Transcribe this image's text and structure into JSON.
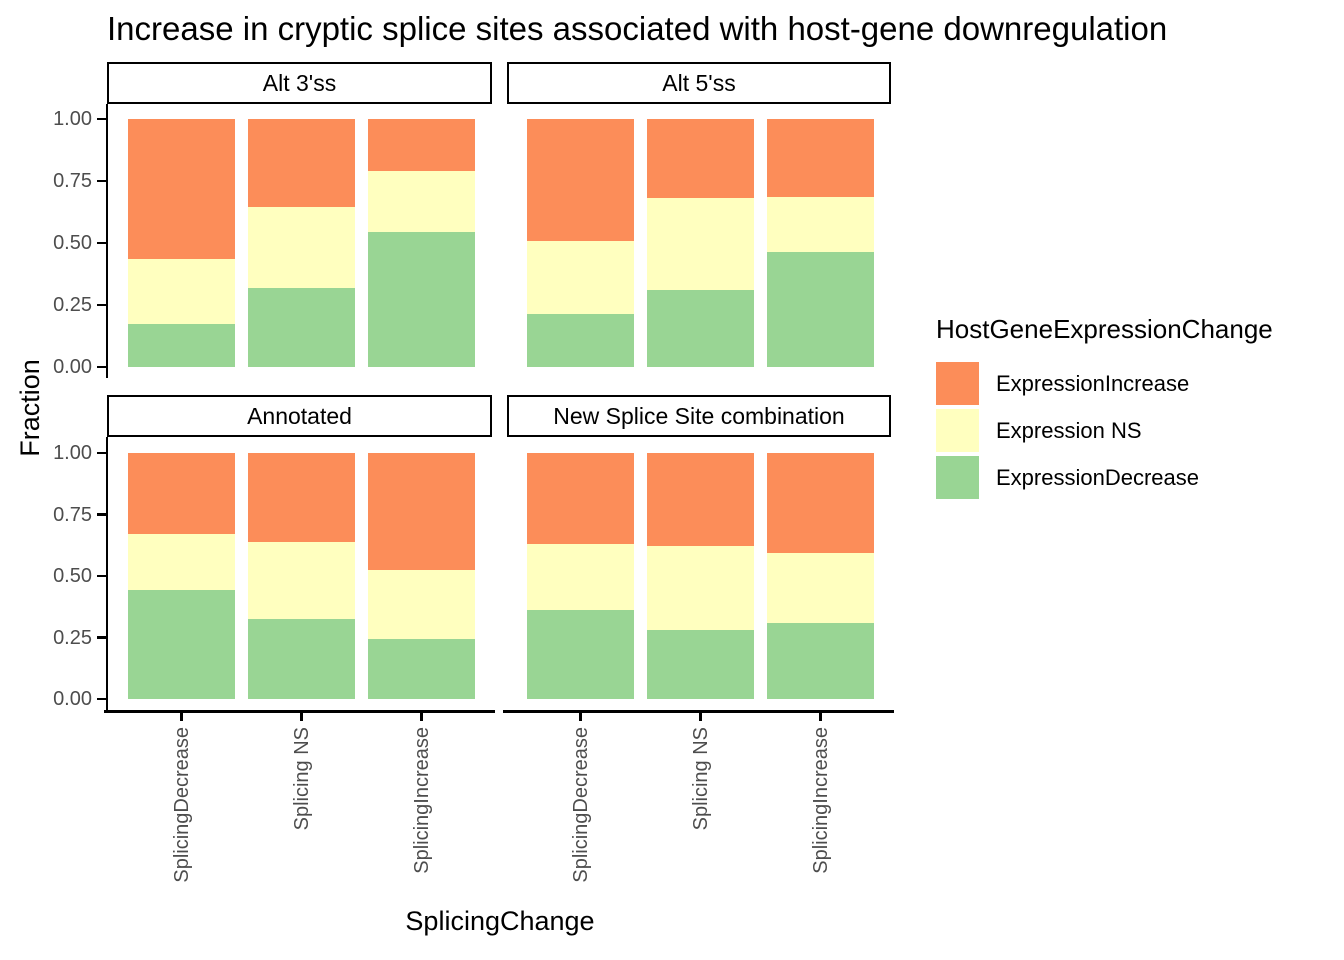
{
  "page": {
    "background": "#FFFFFF"
  },
  "chart_data": {
    "type": "bar",
    "subtype": "stacked-fraction-faceted",
    "title": "Increase in cryptic splice sites associated with host-gene downregulation",
    "xlabel": "SplicingChange",
    "ylabel": "Fraction",
    "ylim": [
      0,
      1
    ],
    "grid": "off",
    "y_ticks": [
      {
        "value": 0.0,
        "label": "0.00"
      },
      {
        "value": 0.25,
        "label": "0.25"
      },
      {
        "value": 0.5,
        "label": "0.50"
      },
      {
        "value": 0.75,
        "label": "0.75"
      },
      {
        "value": 1.0,
        "label": "1.00"
      }
    ],
    "categories": [
      "SplicingDecrease",
      "Splicing NS",
      "SplicingIncrease"
    ],
    "stack_order_bottom_to_top": [
      "ExpressionDecrease",
      "Expression NS",
      "ExpressionIncrease"
    ],
    "colors": {
      "ExpressionIncrease": "#FC8D59",
      "Expression NS": "#FFFFBF",
      "ExpressionDecrease": "#99D594",
      "axis_line": "#000000",
      "tick_label": "#4D4D4D"
    },
    "legend": {
      "title": "HostGeneExpressionChange",
      "position": "right",
      "entries": [
        {
          "label": "ExpressionIncrease",
          "color": "#FC8D59"
        },
        {
          "label": "Expression NS",
          "color": "#FFFFBF"
        },
        {
          "label": "ExpressionDecrease",
          "color": "#99D594"
        }
      ]
    },
    "facets": [
      {
        "label": "Alt 3'ss",
        "bars": [
          {
            "category": "SplicingDecrease",
            "values": {
              "ExpressionDecrease": 0.175,
              "Expression NS": 0.26,
              "ExpressionIncrease": 0.565
            }
          },
          {
            "category": "Splicing NS",
            "values": {
              "ExpressionDecrease": 0.32,
              "Expression NS": 0.325,
              "ExpressionIncrease": 0.355
            }
          },
          {
            "category": "SplicingIncrease",
            "values": {
              "ExpressionDecrease": 0.545,
              "Expression NS": 0.245,
              "ExpressionIncrease": 0.21
            }
          }
        ]
      },
      {
        "label": "Alt 5'ss",
        "bars": [
          {
            "category": "SplicingDecrease",
            "values": {
              "ExpressionDecrease": 0.215,
              "Expression NS": 0.295,
              "ExpressionIncrease": 0.49
            }
          },
          {
            "category": "Splicing NS",
            "values": {
              "ExpressionDecrease": 0.31,
              "Expression NS": 0.37,
              "ExpressionIncrease": 0.32
            }
          },
          {
            "category": "SplicingIncrease",
            "values": {
              "ExpressionDecrease": 0.465,
              "Expression NS": 0.22,
              "ExpressionIncrease": 0.315
            }
          }
        ]
      },
      {
        "label": "Annotated",
        "bars": [
          {
            "category": "SplicingDecrease",
            "values": {
              "ExpressionDecrease": 0.445,
              "Expression NS": 0.225,
              "ExpressionIncrease": 0.33
            }
          },
          {
            "category": "Splicing NS",
            "values": {
              "ExpressionDecrease": 0.325,
              "Expression NS": 0.315,
              "ExpressionIncrease": 0.36
            }
          },
          {
            "category": "SplicingIncrease",
            "values": {
              "ExpressionDecrease": 0.245,
              "Expression NS": 0.28,
              "ExpressionIncrease": 0.475
            }
          }
        ]
      },
      {
        "label": "New Splice Site combination",
        "bars": [
          {
            "category": "SplicingDecrease",
            "values": {
              "ExpressionDecrease": 0.36,
              "Expression NS": 0.27,
              "ExpressionIncrease": 0.37
            }
          },
          {
            "category": "Splicing NS",
            "values": {
              "ExpressionDecrease": 0.28,
              "Expression NS": 0.34,
              "ExpressionIncrease": 0.38
            }
          },
          {
            "category": "SplicingIncrease",
            "values": {
              "ExpressionDecrease": 0.31,
              "Expression NS": 0.285,
              "ExpressionIncrease": 0.405
            }
          }
        ]
      }
    ]
  }
}
